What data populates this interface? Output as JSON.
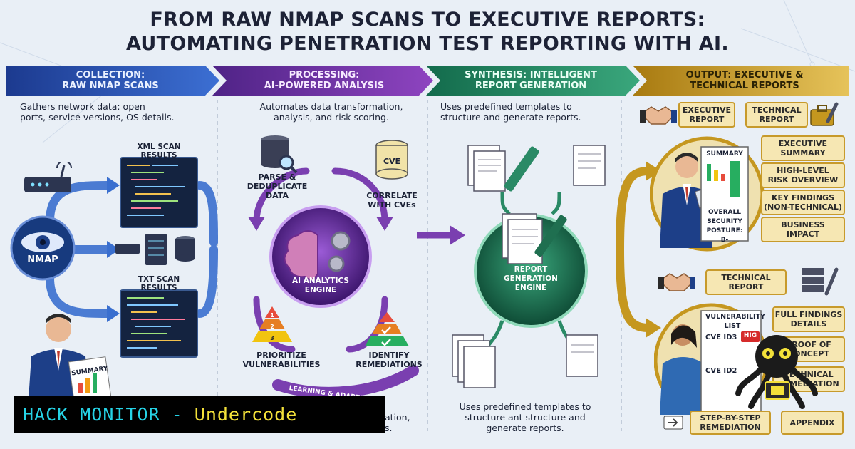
{
  "title": {
    "line1": "FROM RAW NMAP SCANS TO EXECUTIVE REPORTS:",
    "line2": "AUTOMATING PENETRATION TEST REPORTING WITH AI."
  },
  "stages": [
    {
      "heading": "COLLECTION:",
      "sub": "RAW NMAP SCANS",
      "color": "#2448a6",
      "desc1": "Gathers network data: open",
      "desc2": "ports, service versions, OS details."
    },
    {
      "heading": "PROCESSING:",
      "sub": "AI-POWERED ANALYSIS",
      "color": "#6d2c9c",
      "desc1": "Automates data transformation,",
      "desc2": "analysis, and risk scoring."
    },
    {
      "heading": "SYNTHESIS: INTELLIGENT",
      "sub": "REPORT GENERATION",
      "color": "#1f8a63",
      "desc1": "Uses predefined templates to",
      "desc2": "structure and generate reports."
    },
    {
      "heading": "OUTPUT: EXECUTIVE &",
      "sub": "TECHNICAL REPORTS",
      "color": "#c5971f",
      "desc1": "",
      "desc2": ""
    }
  ],
  "collection": {
    "nmap_label": "NMAP",
    "xml_label": "XML SCAN RESULTS",
    "txt_label": "TXT SCAN RESULTS",
    "summary_label": "SUMMARY"
  },
  "processing": {
    "parse_1": "PARSE &",
    "parse_2": "DEDUPLICATE",
    "parse_3": "DATA",
    "cve_badge": "CVE",
    "correlate_1": "CORRELATE",
    "correlate_2": "WITH CVEs",
    "engine_1": "AI ANALYTICS",
    "engine_2": "ENGINE",
    "prioritize_1": "PRIORITIZE",
    "prioritize_2": "VULNERABILITIES",
    "identify_1": "IDENTIFY",
    "identify_2": "REMEDIATIONS",
    "loop_label": "LEARNING & ADAPTATION",
    "pyramid_levels": [
      "1",
      "2",
      "3"
    ],
    "bottom_text_1": "ation,",
    "bottom_text_2": "s."
  },
  "synthesis": {
    "engine_1": "REPORT",
    "engine_2": "GENERATION",
    "engine_3": "ENGINE",
    "bottom_1": "Uses predefined templates to",
    "bottom_2": "structure ant structure and",
    "bottom_3": "generate reports."
  },
  "output": {
    "exec_tag_1": "EXECUTIVE",
    "exec_tag_2": "REPORT",
    "tech_tag_1": "TECHNICAL",
    "tech_tag_2": "REPORT",
    "summary_doc": "SUMMARY",
    "posture_1": "OVERALL",
    "posture_2": "SECURITY",
    "posture_3": "POSTURE:",
    "posture_4": "B-",
    "exec_items": [
      {
        "l1": "EXECUTIVE",
        "l2": "SUMMARY"
      },
      {
        "l1": "HIGH-LEVEL",
        "l2": "RISK OVERVIEW"
      },
      {
        "l1": "KEY FINDINGS",
        "l2": "(NON-TECHNICAL)"
      },
      {
        "l1": "BUSINESS",
        "l2": "IMPACT"
      }
    ],
    "tech_header_1": "TECHNICAL",
    "tech_header_2": "REPORT",
    "vuln_list_1": "VULNERABILITY",
    "vuln_list_2": "LIST",
    "cve_1": "CVE ID3",
    "cve_1_badge": "HIG",
    "cve_2": "CVE ID2",
    "tech_items": [
      {
        "l1": "FULL FINDINGS",
        "l2": "DETAILS"
      },
      {
        "l1": "PROOF OF",
        "l2": "CONCEPT"
      },
      {
        "l1": "TECHNICAL",
        "l2": "REMEDIATION"
      }
    ],
    "step_1": "STEP-BY-STEP",
    "step_2": "REMEDIATION",
    "appendix": "APPENDIX"
  },
  "watermark": {
    "brand": "HACK MONITOR - ",
    "brand_accent": "Undercode"
  },
  "colors": {
    "collection": "#2448a6",
    "processing": "#6d2c9c",
    "synthesis": "#1f8a63",
    "output": "#c5971f",
    "high_badge": "#d62b2b"
  }
}
